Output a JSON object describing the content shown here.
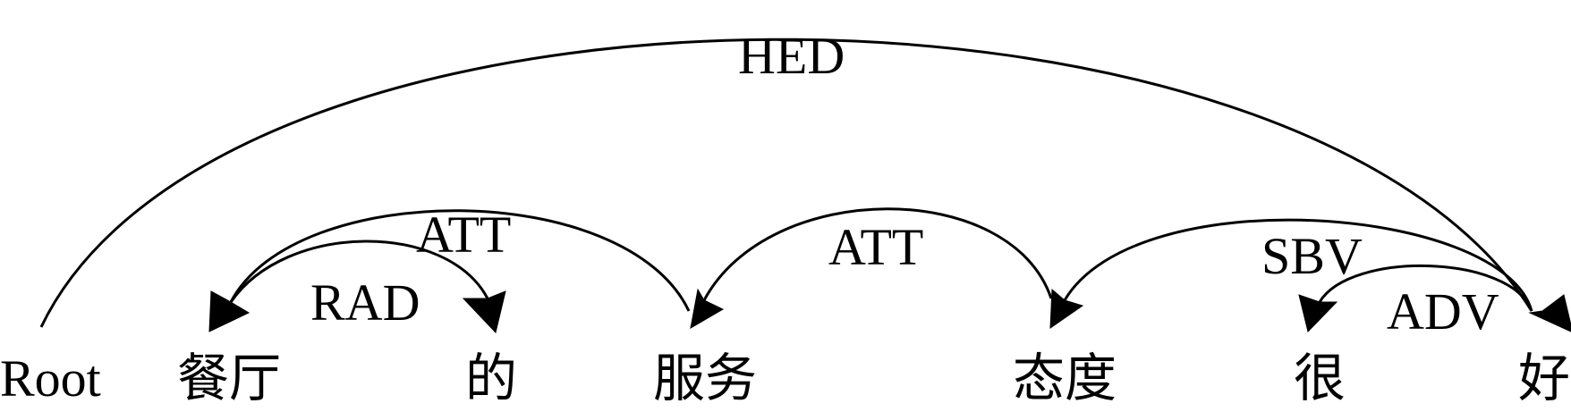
{
  "diagram": {
    "tokens": [
      {
        "id": "root",
        "text": "Root"
      },
      {
        "id": "w1",
        "text": "餐厅"
      },
      {
        "id": "w2",
        "text": "的"
      },
      {
        "id": "w3",
        "text": "服务"
      },
      {
        "id": "w4",
        "text": "态度"
      },
      {
        "id": "w5",
        "text": "很"
      },
      {
        "id": "w6",
        "text": "好"
      }
    ],
    "relations": [
      {
        "id": "hed",
        "label": "HED",
        "from": "Root",
        "to": "好"
      },
      {
        "id": "att1",
        "label": "ATT",
        "from": "服务",
        "to": "餐厅"
      },
      {
        "id": "rad",
        "label": "RAD",
        "from": "餐厅",
        "to": "的"
      },
      {
        "id": "att2",
        "label": "ATT",
        "from": "态度",
        "to": "服务"
      },
      {
        "id": "sbv",
        "label": "SBV",
        "from": "好",
        "to": "态度"
      },
      {
        "id": "adv",
        "label": "ADV",
        "from": "好",
        "to": "很"
      }
    ],
    "colors": {
      "ink": "#000000",
      "background": "#ffffff"
    }
  }
}
